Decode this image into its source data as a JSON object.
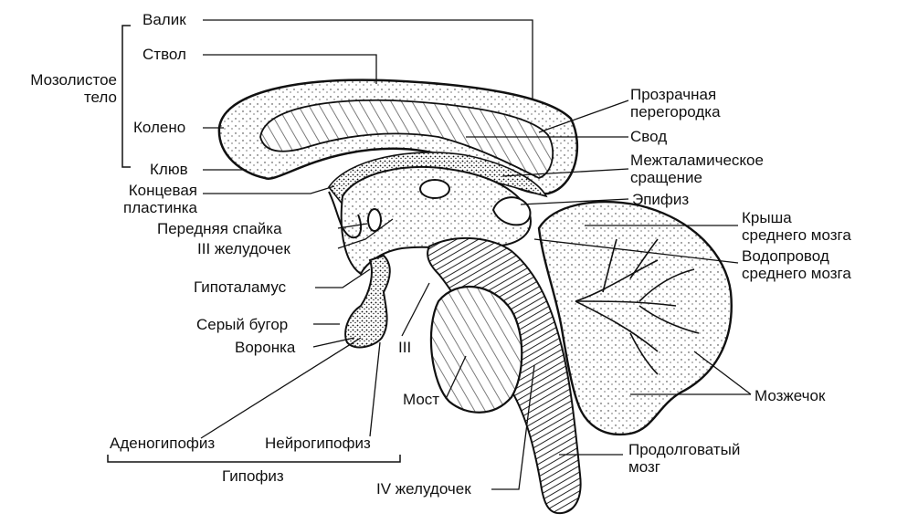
{
  "labels": {
    "corpus_callosum": "Мозолистое\nтело",
    "splenium": "Валик",
    "trunk": "Ствол",
    "genu": "Колено",
    "rostrum": "Клюв",
    "lamina_terminalis": "Концевая\nпластинка",
    "anterior_commissure": "Передняя спайка",
    "third_ventricle": "III желудочек",
    "hypothalamus": "Гипоталамус",
    "tuber_cinereum": "Серый бугор",
    "infundibulum": "Воронка",
    "adenohypophysis": "Аденогипофиз",
    "neurohypophysis": "Нейрогипофиз",
    "hypophysis": "Гипофиз",
    "nerve_iii": "III",
    "pons": "Мост",
    "fourth_ventricle": "IV желудочек",
    "medulla": "Продолговатый\nмозг",
    "septum_pellucidum": "Прозрачная\nперегородка",
    "fornix": "Свод",
    "interthalamic_adhesion": "Межталамическое\nсращение",
    "epiphysis": "Эпифиз",
    "tectum": "Крыша\nсреднего мозга",
    "aqueduct": "Водопровод\nсреднего мозга",
    "cerebellum": "Мозжечок"
  }
}
